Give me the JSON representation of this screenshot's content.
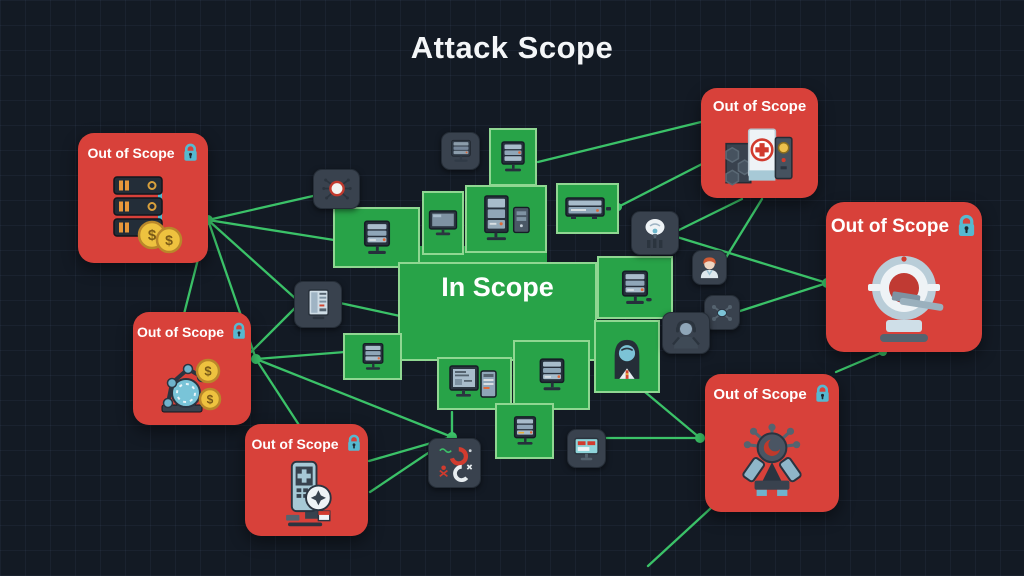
{
  "title": "Attack Scope",
  "in_scope": {
    "label": "In Scope"
  },
  "cards": [
    {
      "label": "Out of Scope",
      "lock": true,
      "icon": "database-servers-money-icon",
      "position": "top-left"
    },
    {
      "label": "Out of Scope",
      "lock": true,
      "icon": "robotic-arm-finance-icon",
      "position": "mid-left"
    },
    {
      "label": "Out of Scope",
      "lock": true,
      "icon": "medical-kiosk-icon",
      "position": "bottom-left"
    },
    {
      "label": "Out of Scope",
      "lock": false,
      "icon": "medical-supply-cabinet-icon",
      "position": "top-right"
    },
    {
      "label": "Out of Scope",
      "lock": true,
      "icon": "mri-scanner-icon",
      "position": "right"
    },
    {
      "label": "Out of Scope",
      "lock": true,
      "icon": "virus-robotic-claws-icon",
      "position": "bottom-right"
    }
  ],
  "in_scope_nodes": [
    "server",
    "monitor",
    "server-and-tower",
    "server",
    "wide-server",
    "server",
    "dual-monitor-workstation",
    "server",
    "server",
    "server",
    "hooded-person"
  ],
  "peripheral_nodes": [
    "gray-server",
    "bug-malware",
    "tablet-records",
    "smart-lamp-device",
    "medical-staff-person",
    "drone",
    "analyst-with-headset",
    "threat-gauges",
    "alert-monitor"
  ],
  "icons": {
    "currency_symbol": "$"
  },
  "colors": {
    "background": "#131a24",
    "in_scope_green": "#28a348",
    "tile_border": "#aae4a5",
    "out_of_scope_red": "#d8413a",
    "connector_green": "#3bc268",
    "dark_tile": "#39424e",
    "lock_teal": "#56b9d0"
  }
}
